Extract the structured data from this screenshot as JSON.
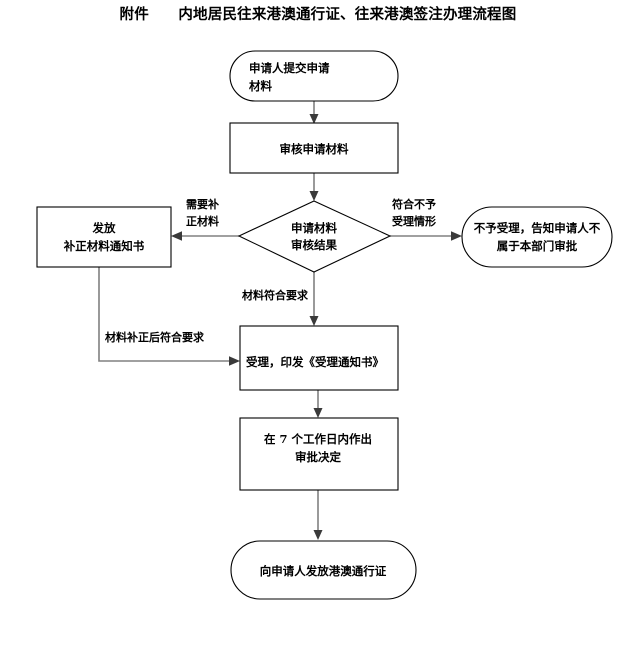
{
  "title": "附件　　内地居民往来港澳通行证、往来港澳签注办理流程图",
  "colors": {
    "connector": "#808080",
    "arrowhead": "#3a3a3a",
    "node_stroke": "#000000",
    "node_fill": "#ffffff",
    "text": "#000000"
  },
  "nodes": {
    "start": {
      "shape": "stadium",
      "lines": [
        "申请人提交申请",
        "材料"
      ],
      "align": "left"
    },
    "review": {
      "shape": "rect",
      "lines": [
        "审核申请材料"
      ],
      "align": "center"
    },
    "decision": {
      "shape": "diamond",
      "lines": [
        "申请材料",
        "审核结果"
      ],
      "align": "center"
    },
    "supplement": {
      "shape": "rect",
      "lines": [
        "发放",
        "补正材料通知书"
      ],
      "align": "center"
    },
    "reject": {
      "shape": "stadium",
      "lines": [
        "不予受理，告知申请人不",
        "属于本部门审批"
      ],
      "align": "center"
    },
    "accept": {
      "shape": "rect",
      "lines": [
        "受理，印发《受理通知书》"
      ],
      "align": "left"
    },
    "decide": {
      "shape": "rect",
      "lines_parts": [
        [
          {
            "t": "在 "
          },
          {
            "t": "7",
            "style": "serif-number"
          },
          {
            "t": " 个工作日内作出"
          }
        ],
        [
          {
            "t": "审批决定"
          }
        ]
      ],
      "lines": [
        "在 7 个工作日内作出",
        "审批决定"
      ],
      "align": "center"
    },
    "issue": {
      "shape": "stadium",
      "lines": [
        "向申请人发放港澳通行证"
      ],
      "align": "center"
    }
  },
  "edge_labels": {
    "need_supplement": [
      "需要补",
      "正材料"
    ],
    "not_accepted": [
      "符合不予",
      "受理情形"
    ],
    "meets_requirement": [
      "材料符合要求"
    ],
    "supplemented_ok": [
      "材料补正后符合要求"
    ]
  }
}
